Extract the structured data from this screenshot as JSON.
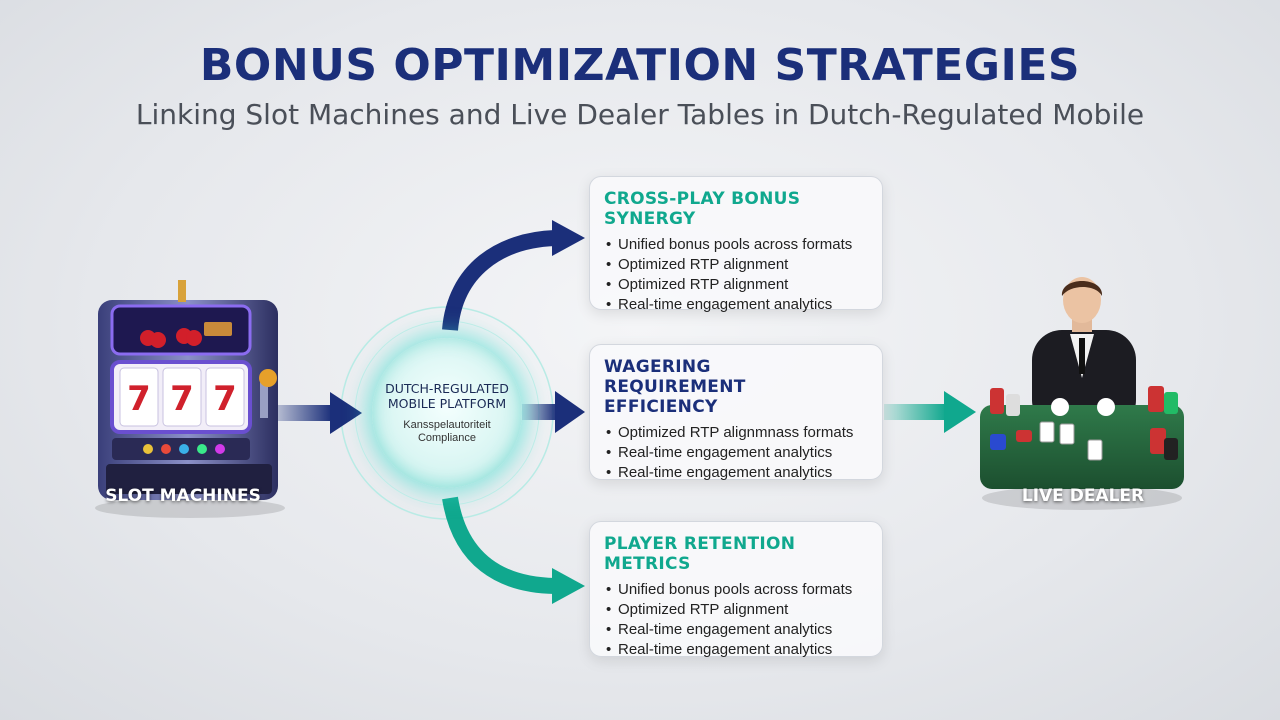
{
  "header": {
    "title": "BONUS OPTIMIZATION STRATEGIES",
    "subtitle": "Linking Slot Machines and Live Dealer Tables in Dutch-Regulated Mobile"
  },
  "colors": {
    "navy": "#1b2f7a",
    "teal": "#10a88e",
    "teal_light": "#2ec4a8"
  },
  "left_node": {
    "label": "SLOT MACHINES",
    "icon": "slot-machine-icon",
    "reels": [
      "7",
      "7",
      "7"
    ]
  },
  "hub": {
    "title_line1": "DUTCH-REGULATED",
    "title_line2": "MOBILE PLATFORM",
    "sub_line1": "Kansspelautoriteit",
    "sub_line2": "Compliance"
  },
  "cards": [
    {
      "title": "CROSS-PLAY BONUS SYNERGY",
      "color": "#10a88e",
      "items": [
        "Unified bonus pools across formats",
        "Optimized RTP alignment",
        "Optimized RTP alignment",
        "Real-time engagement analytics"
      ]
    },
    {
      "title": "WAGERING REQUIREMENT EFFICIENCY",
      "color": "#1b2f7a",
      "items": [
        "Optimized RTP alignmnass formats",
        "Real-time engagement analytics",
        "Real-time engagement analytics"
      ]
    },
    {
      "title": "PLAYER RETENTION METRICS",
      "color": "#10a88e",
      "items": [
        "Unified bonus pools across formats",
        "Optimized RTP alignment",
        "Real-time engagement analytics",
        "Real-time engagement analytics"
      ]
    }
  ],
  "right_node": {
    "label": "LIVE DEALER",
    "icon": "live-dealer-table-icon"
  }
}
